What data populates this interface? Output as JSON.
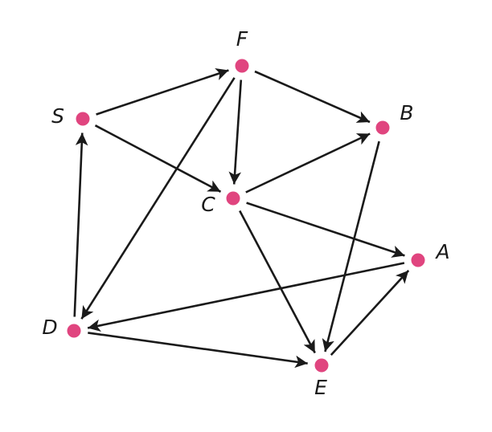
{
  "colors": {
    "node_fill": "#e0457f",
    "edge_stroke": "#1a1a1a"
  },
  "nodes": [
    {
      "id": "F",
      "label": "F"
    },
    {
      "id": "S",
      "label": "S"
    },
    {
      "id": "B",
      "label": "B"
    },
    {
      "id": "C",
      "label": "C"
    },
    {
      "id": "A",
      "label": "A"
    },
    {
      "id": "D",
      "label": "D"
    },
    {
      "id": "E",
      "label": "E"
    }
  ],
  "edges": [
    {
      "from": "S",
      "to": "F"
    },
    {
      "from": "S",
      "to": "C"
    },
    {
      "from": "F",
      "to": "B"
    },
    {
      "from": "F",
      "to": "C"
    },
    {
      "from": "F",
      "to": "D"
    },
    {
      "from": "C",
      "to": "B"
    },
    {
      "from": "C",
      "to": "A"
    },
    {
      "from": "C",
      "to": "E"
    },
    {
      "from": "B",
      "to": "E"
    },
    {
      "from": "A",
      "to": "D"
    },
    {
      "from": "D",
      "to": "S"
    },
    {
      "from": "D",
      "to": "E"
    },
    {
      "from": "E",
      "to": "A"
    }
  ]
}
